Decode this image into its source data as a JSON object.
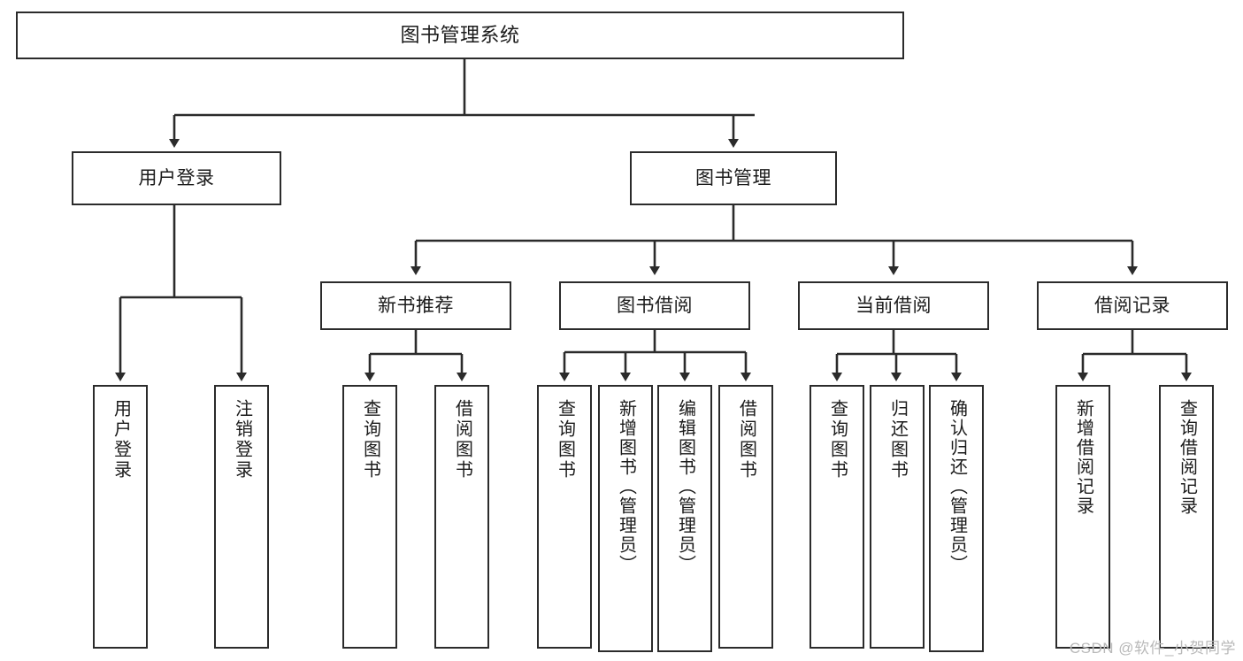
{
  "diagram": {
    "title": "图书管理系统",
    "type": "hierarchy-tree",
    "watermark": "CSDN @软件_小贺同学",
    "colors": {
      "stroke": "#2b2b2b",
      "fill": "#ffffff",
      "text": "#1b1b1b",
      "watermark": "#b9b9b9"
    },
    "root": {
      "label": "图书管理系统"
    },
    "level1": [
      {
        "label": "用户登录"
      },
      {
        "label": "图书管理"
      }
    ],
    "level2": [
      {
        "label": "新书推荐"
      },
      {
        "label": "图书借阅"
      },
      {
        "label": "当前借阅"
      },
      {
        "label": "借阅记录"
      }
    ],
    "leaves": {
      "user_login": [
        {
          "label": "用户登录"
        },
        {
          "label": "注销登录"
        }
      ],
      "new_book": [
        {
          "label": "查询图书"
        },
        {
          "label": "借阅图书"
        }
      ],
      "book_borrow": [
        {
          "label": "查询图书"
        },
        {
          "label": "新增图书（管理员）"
        },
        {
          "label": "编辑图书（管理员）"
        },
        {
          "label": "借阅图书"
        }
      ],
      "current_borrow": [
        {
          "label": "查询图书"
        },
        {
          "label": "归还图书"
        },
        {
          "label": "确认归还（管理员）"
        }
      ],
      "borrow_record": [
        {
          "label": "新增借阅记录"
        },
        {
          "label": "查询借阅记录"
        }
      ]
    }
  }
}
